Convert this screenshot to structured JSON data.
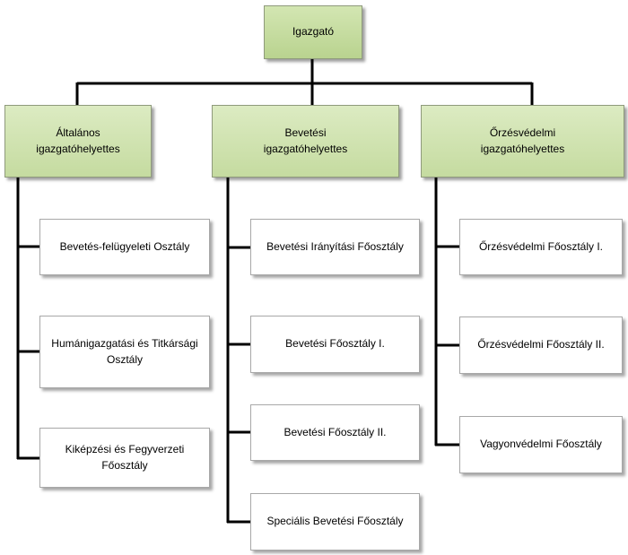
{
  "org": {
    "root": "Igazgató",
    "deputies": [
      {
        "label": "Általános igazgatóhelyettes",
        "units": [
          "Bevetés-felügyeleti Osztály",
          "Humánigazgatási és Titkársági Osztály",
          "Kiképzési és Fegyverzeti Főosztály"
        ]
      },
      {
        "label": "Bevetési igazgatóhelyettes",
        "units": [
          "Bevetési Irányítási Főosztály",
          "Bevetési Főosztály I.",
          "Bevetési Főosztály II.",
          "Speciális Bevetési Főosztály"
        ]
      },
      {
        "label": "Őrzésvédelmi igazgatóhelyettes",
        "units": [
          "Őrzésvédelmi Főosztály I.",
          "Őrzésvédelmi Főosztály II.",
          "Vagyonvédelmi Főosztály"
        ]
      }
    ]
  },
  "colors": {
    "head_fill": "#c5dba0",
    "connector": "#000000",
    "unit_fill": "#ffffff"
  }
}
